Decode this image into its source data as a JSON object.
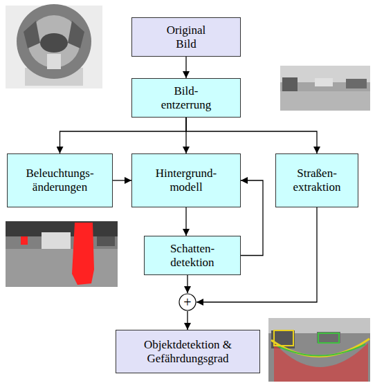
{
  "diagram": {
    "nodes": [
      {
        "text": [
          "Original Bild"
        ]
      },
      {
        "text": [
          "Bild- entzerrung"
        ]
      },
      {
        "text": [
          "Beleuchtungs- änderungen"
        ]
      },
      {
        "text": [
          "Hintergrund- modell"
        ]
      },
      {
        "text": [
          "Straßen- extraktion"
        ]
      },
      {
        "text": [
          "Schatten- detektion"
        ]
      },
      {
        "text": [
          "+"
        ]
      },
      {
        "text": [
          "Objektdetektion & Gefährdungsgrad"
        ]
      }
    ],
    "edges": [
      {
        "from": 0,
        "to": 1,
        "arrow": "to"
      },
      {
        "from": 1,
        "to": 2,
        "arrow": "to"
      },
      {
        "from": 1,
        "to": 3,
        "arrow": "to"
      },
      {
        "from": 1,
        "to": 4,
        "arrow": "to"
      },
      {
        "from": 2,
        "to": 3,
        "arrow": "to"
      },
      {
        "from": 3,
        "to": 5,
        "arrow": "to"
      },
      {
        "from": 5,
        "to": 3,
        "arrow": "to"
      },
      {
        "from": 5,
        "to": 6,
        "arrow": "to"
      },
      {
        "from": 4,
        "to": 6,
        "arrow": "to"
      },
      {
        "from": 6,
        "to": 7,
        "arrow": "to"
      }
    ]
  }
}
